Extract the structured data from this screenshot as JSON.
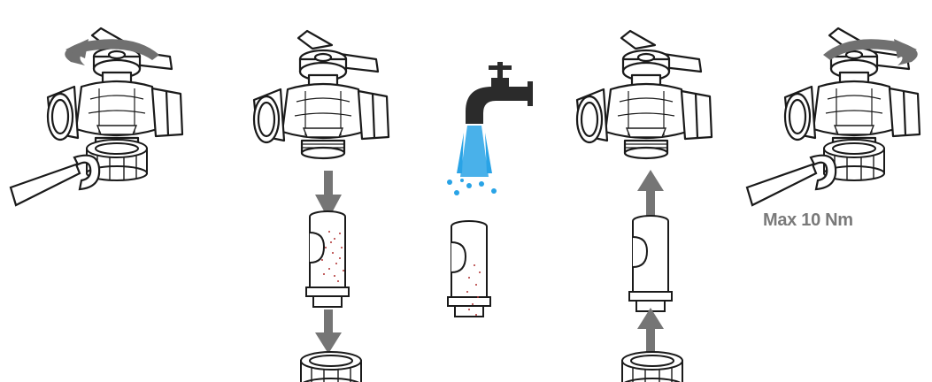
{
  "instruction": {
    "torque_label": "Max 10 Nm"
  },
  "colors": {
    "line": "#1a1a1a",
    "arrow": "#757575",
    "rotate_arrow": "#707070",
    "water": "#29a3e6",
    "faucet": "#2b2b2b",
    "debris": "#b03030",
    "label": "#7a7a7a"
  },
  "steps": [
    {
      "name": "unscrew-cap",
      "icons": [
        "valve-icon",
        "wrench-icon",
        "rotate-left-icon"
      ]
    },
    {
      "name": "remove-filter",
      "icons": [
        "valve-icon",
        "arrow-down-icon",
        "filter-cartridge-icon",
        "nut-cap-icon"
      ]
    },
    {
      "name": "rinse-filter",
      "icons": [
        "faucet-icon",
        "water-spray-icon",
        "filter-cartridge-icon"
      ]
    },
    {
      "name": "reinsert-filter",
      "icons": [
        "valve-icon",
        "arrow-up-icon",
        "filter-cartridge-icon",
        "nut-cap-icon"
      ]
    },
    {
      "name": "tighten-cap",
      "icons": [
        "valve-icon",
        "wrench-icon",
        "rotate-right-icon"
      ]
    }
  ]
}
